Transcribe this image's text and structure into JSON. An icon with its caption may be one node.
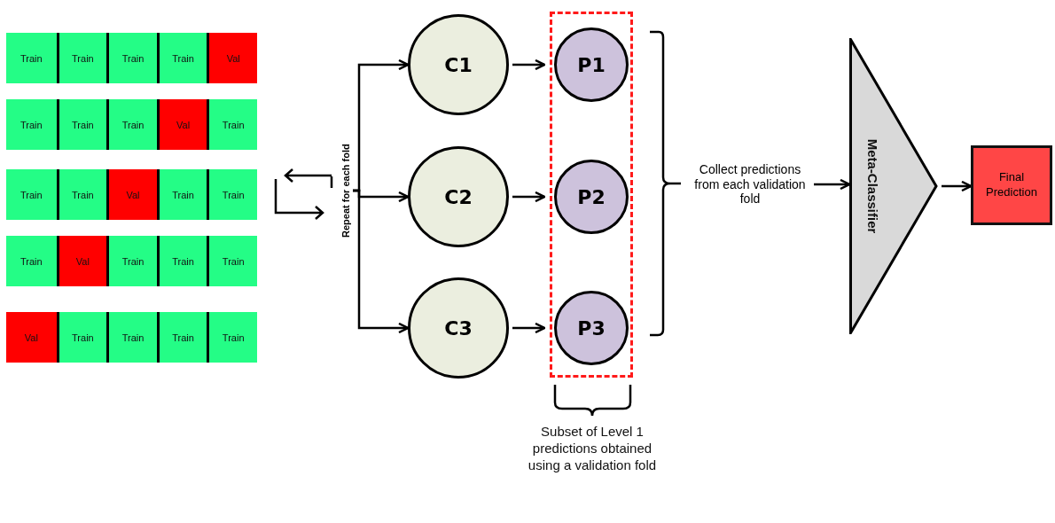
{
  "diagram": {
    "nodes": [
      {
        "text": [
          "Train"
        ]
      },
      {
        "text": [
          "Train"
        ]
      },
      {
        "text": [
          "Train"
        ]
      },
      {
        "text": [
          "Train"
        ]
      },
      {
        "text": [
          "Val"
        ]
      },
      {
        "text": [
          "Train"
        ]
      },
      {
        "text": [
          "Train"
        ]
      },
      {
        "text": [
          "Train"
        ]
      },
      {
        "text": [
          "Val"
        ]
      },
      {
        "text": [
          "Train"
        ]
      },
      {
        "text": [
          "Train"
        ]
      },
      {
        "text": [
          "Train"
        ]
      },
      {
        "text": [
          "Val"
        ]
      },
      {
        "text": [
          "Train"
        ]
      },
      {
        "text": [
          "Train"
        ]
      },
      {
        "text": [
          "Train"
        ]
      },
      {
        "text": [
          "Val"
        ]
      },
      {
        "text": [
          "Train"
        ]
      },
      {
        "text": [
          "Train"
        ]
      },
      {
        "text": [
          "Train"
        ]
      },
      {
        "text": [
          "Val"
        ]
      },
      {
        "text": [
          "Train"
        ]
      },
      {
        "text": [
          "Train"
        ]
      },
      {
        "text": [
          "Train"
        ]
      },
      {
        "text": [
          "Train"
        ]
      },
      {
        "text": [
          "C1"
        ]
      },
      {
        "text": [
          "C2"
        ]
      },
      {
        "text": [
          "C3"
        ]
      },
      {
        "text": [],
        "shape": "box"
      },
      {
        "text": [
          "P1"
        ],
        "in": 28
      },
      {
        "text": [
          "P2"
        ],
        "in": 28
      },
      {
        "text": [
          "P3"
        ],
        "in": 28
      },
      {
        "text": [
          "Collect predictions from each validation fold"
        ]
      },
      {
        "text": [
          "Meta-Classifier"
        ]
      },
      {
        "text": [
          "Final Prediction"
        ]
      },
      {
        "text": [
          "Repeat for each fold"
        ]
      }
    ],
    "edges": [
      {
        "from": 35,
        "to": 25,
        "arrow": "to"
      },
      {
        "from": 35,
        "to": 26,
        "arrow": "to"
      },
      {
        "from": 35,
        "to": 27,
        "arrow": "to"
      },
      {
        "from": 25,
        "to": 29,
        "arrow": "to"
      },
      {
        "from": 26,
        "to": 30,
        "arrow": "to"
      },
      {
        "from": 27,
        "to": 31,
        "arrow": "to"
      },
      {
        "from": 32,
        "to": 33,
        "arrow": "to"
      },
      {
        "from": 33,
        "to": 34,
        "arrow": "to"
      }
    ],
    "labels": [
      "Subset of Level 1 predictions obtained using a validation fold"
    ]
  }
}
